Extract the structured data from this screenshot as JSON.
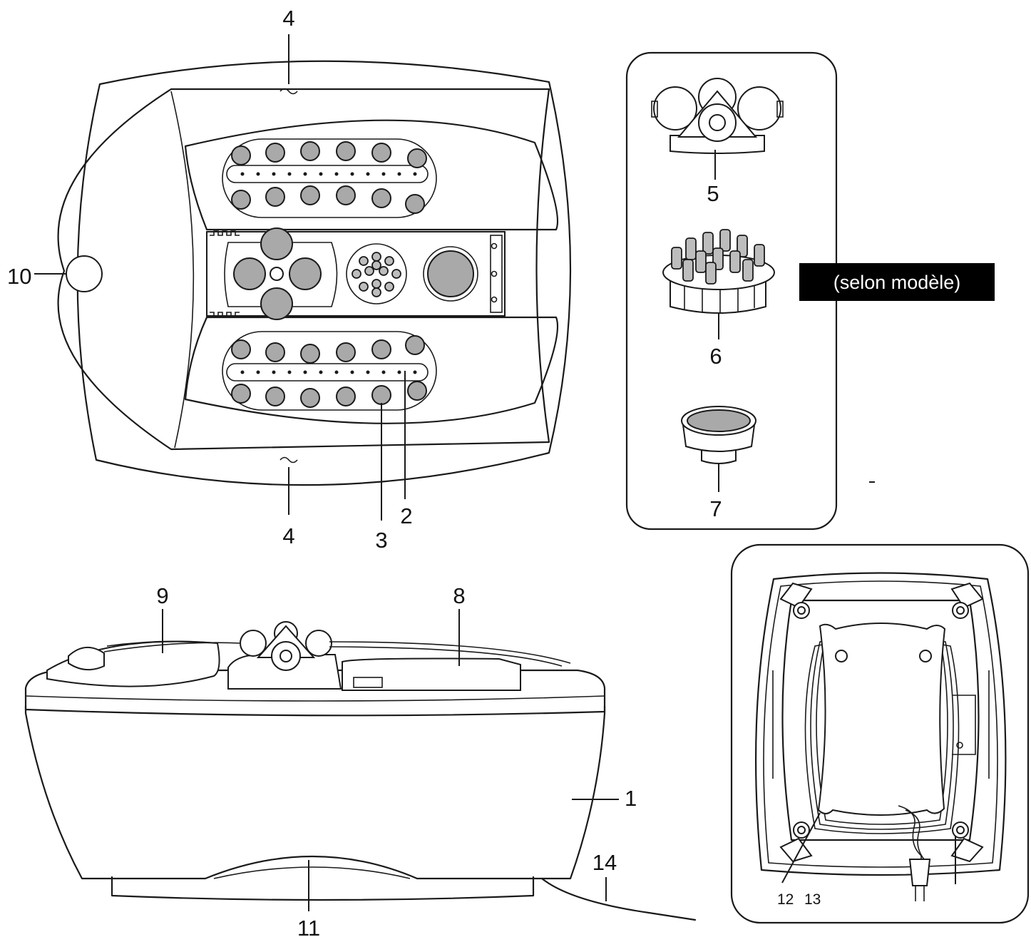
{
  "badge": {
    "text": "(selon modèle)"
  },
  "labels": {
    "l1": "1",
    "l2": "2",
    "l3": "3",
    "l4_top": "4",
    "l4_bottom": "4",
    "l5": "5",
    "l6": "6",
    "l7": "7",
    "l8": "8",
    "l9": "9",
    "l10": "10",
    "l11": "11",
    "l12": "12",
    "l13": "13",
    "l14": "14"
  }
}
